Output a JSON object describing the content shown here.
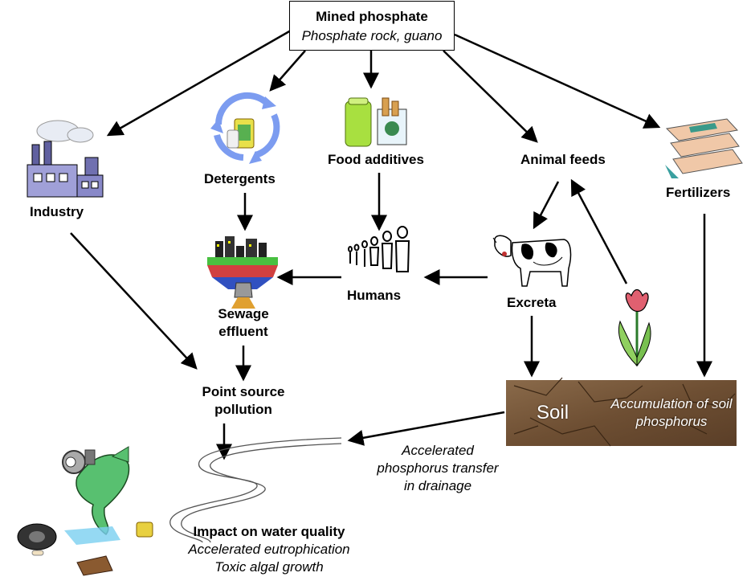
{
  "nodes": {
    "mined_title": "Mined phosphate",
    "mined_subtitle": "Phosphate rock, guano",
    "industry": "Industry",
    "detergents": "Detergents",
    "food_additives": "Food additives",
    "animal_feeds": "Animal feeds",
    "fertilizers": "Fertilizers",
    "sewage_line1": "Sewage",
    "sewage_line2": "effluent",
    "humans": "Humans",
    "excreta": "Excreta",
    "point_source_line1": "Point source",
    "point_source_line2": "pollution",
    "soil": "Soil",
    "soil_accumulation": "Accumulation of soil phosphorus",
    "transfer_line1": "Accelerated",
    "transfer_line2": "phosphorus transfer",
    "transfer_line3": "in drainage",
    "impact_title": "Impact on water quality",
    "impact_line1": "Accelerated eutrophication",
    "impact_line2": "Toxic algal growth"
  },
  "icons": [
    "factory-icon",
    "recycle-detergent-icon",
    "food-can-icon",
    "cow-icon",
    "fertilizer-bags-icon",
    "city-sewer-icon",
    "people-icon",
    "tulip-icon",
    "polluted-fish-icon",
    "river-icon"
  ],
  "colors": {
    "arrow": "#000000",
    "soil": "#7a5a3c",
    "recycle": "#7c9cf0"
  }
}
